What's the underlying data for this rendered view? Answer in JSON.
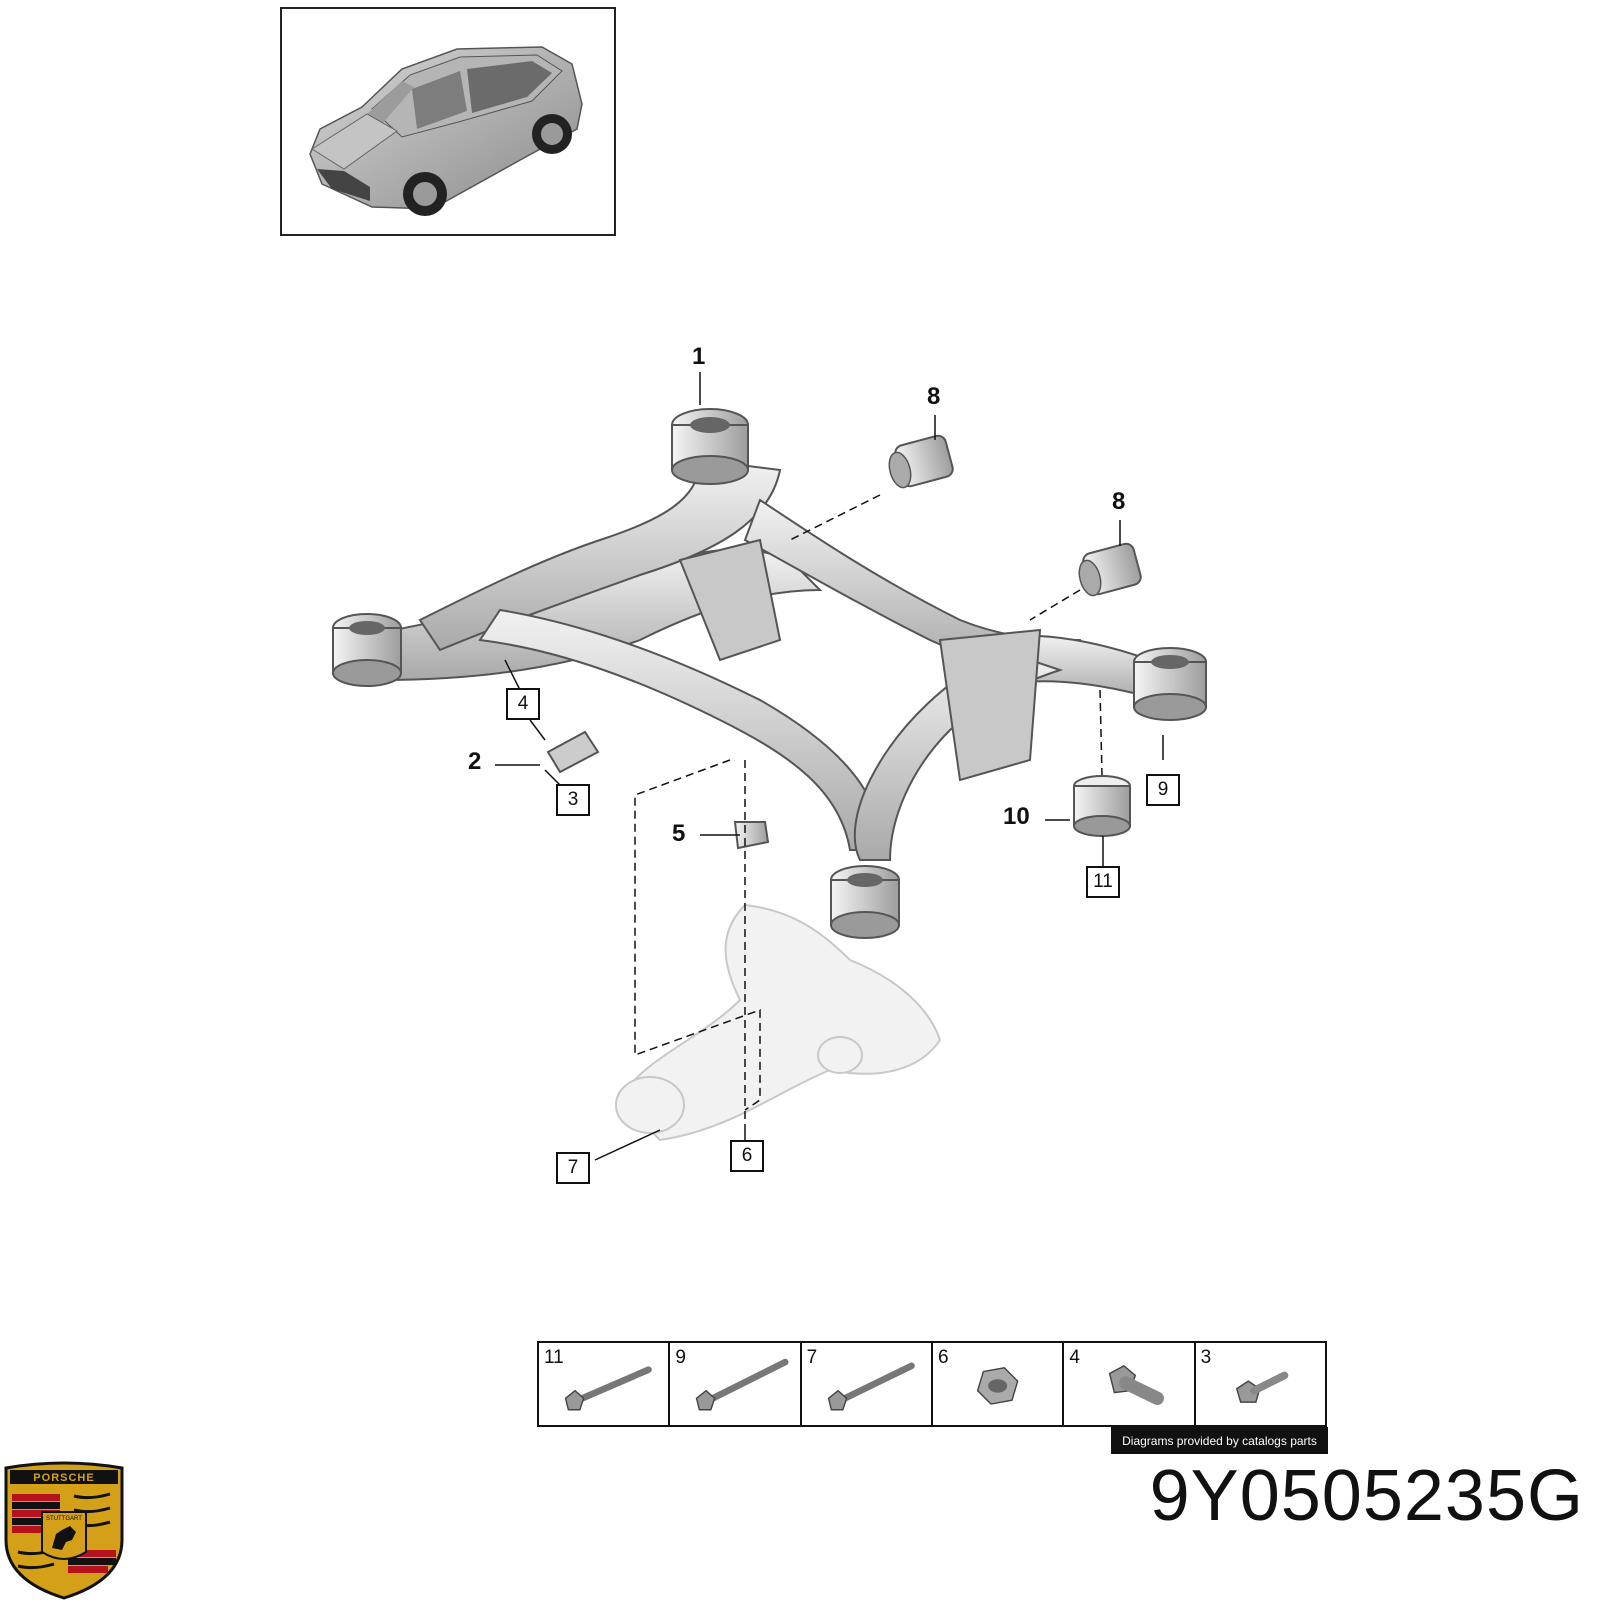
{
  "callouts": {
    "c1": "1",
    "c2": "2",
    "c3": "3",
    "c4": "4",
    "c5": "5",
    "c6": "6",
    "c7": "7",
    "c8a": "8",
    "c8b": "8",
    "c9": "9",
    "c10": "10",
    "c11": "11"
  },
  "hardware_table": [
    {
      "number": "11",
      "icon": "long-bolt-icon"
    },
    {
      "number": "9",
      "icon": "long-bolt-icon"
    },
    {
      "number": "7",
      "icon": "long-bolt-icon"
    },
    {
      "number": "6",
      "icon": "hex-nut-icon"
    },
    {
      "number": "4",
      "icon": "short-bolt-icon"
    },
    {
      "number": "3",
      "icon": "short-bolt-icon"
    }
  ],
  "credit_text": "Diagrams provided by catalogs parts",
  "part_number": "9Y0505235G",
  "logo": {
    "brand_text": "PORSCHE",
    "city_text": "STUTTGART",
    "colors": {
      "gold": "#d4a017",
      "red": "#b5121b",
      "black": "#111111"
    }
  }
}
